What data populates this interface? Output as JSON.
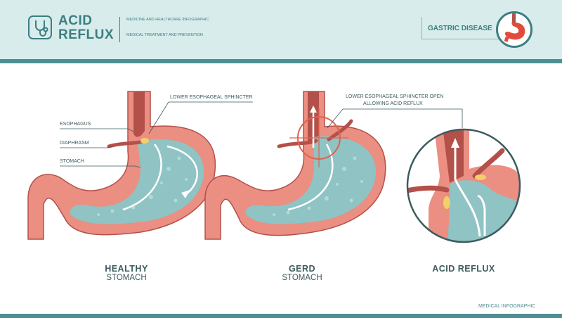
{
  "header": {
    "title_line1": "ACID",
    "title_line2": "REFLUX",
    "subtitle1": "MEDICINE AND HEALTHCARE INFOGRAPHIC",
    "subtitle2": "MEDICAL TREATMENT AND PREVENTION",
    "category": "GASTRIC DISEASE",
    "logo_icon": "stethoscope-icon"
  },
  "labels": {
    "esophagus": "ESOPHAGUS",
    "diaphragm": "DIAPHRASM",
    "stomach": "STOMACH",
    "les": "LOWER ESOPHAGEAL SPHINCTER",
    "les_open_line1": "LOWER ESOPHAGEAL SPHINCTER OPEN",
    "les_open_line2": "ALLOWING ACID REFLUX"
  },
  "captions": {
    "healthy_title": "HEALTHY",
    "healthy_sub": "STOMACH",
    "gerd_title": "GERD",
    "gerd_sub": "STOMACH",
    "reflux_title": "ACID REFLUX"
  },
  "footer": {
    "text": "MEDICAL INFOGRAPHIC"
  },
  "colors": {
    "teal": "#3c7e82",
    "header_bg": "#d8ecec",
    "tissue": "#ea8f82",
    "muscle": "#b4504a",
    "acid": "#8fc3c4",
    "fat": "#f2cf6a",
    "alert": "#e0624d"
  }
}
